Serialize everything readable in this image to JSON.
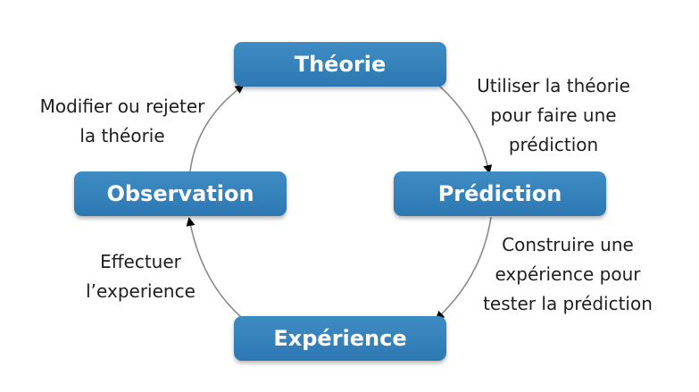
{
  "nodes": {
    "theorie": "Théorie",
    "prediction": "Prédiction",
    "experience": "Expérience",
    "observation": "Observation"
  },
  "edges": {
    "theorie_to_prediction": [
      "Utiliser la théorie",
      "pour faire une",
      "prédiction"
    ],
    "prediction_to_experience": [
      "Construire une",
      "expérience pour",
      "tester la prédiction"
    ],
    "experience_to_observation": [
      "Effectuer",
      "l’experience"
    ],
    "observation_to_theorie": [
      "Modifier ou rejeter",
      "la théorie"
    ]
  },
  "colors": {
    "node_fill": "#3380ba",
    "arrow": "#8a8a8a",
    "text": "#1e1e1e"
  }
}
